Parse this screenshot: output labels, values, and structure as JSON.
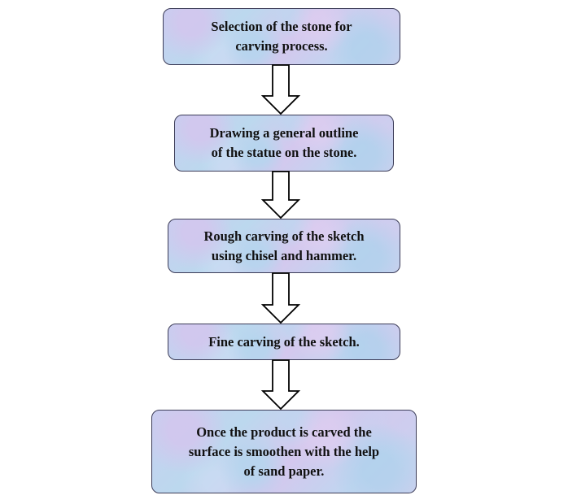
{
  "steps": [
    {
      "text": "Selection of the stone for\ncarving process."
    },
    {
      "text": "Drawing a general outline\nof the statue on the stone."
    },
    {
      "text": "Rough carving of the sketch\nusing chisel and hammer."
    },
    {
      "text": "Fine carving of the sketch."
    },
    {
      "text": "Once the product is carved the\nsurface is smoothen with the help\nof sand paper."
    }
  ],
  "colors": {
    "box_fill": "#c7d3ee",
    "box_border": "#3c3c58",
    "arrow_fill": "#ffffff",
    "arrow_stroke": "#000000",
    "text": "#111111"
  }
}
